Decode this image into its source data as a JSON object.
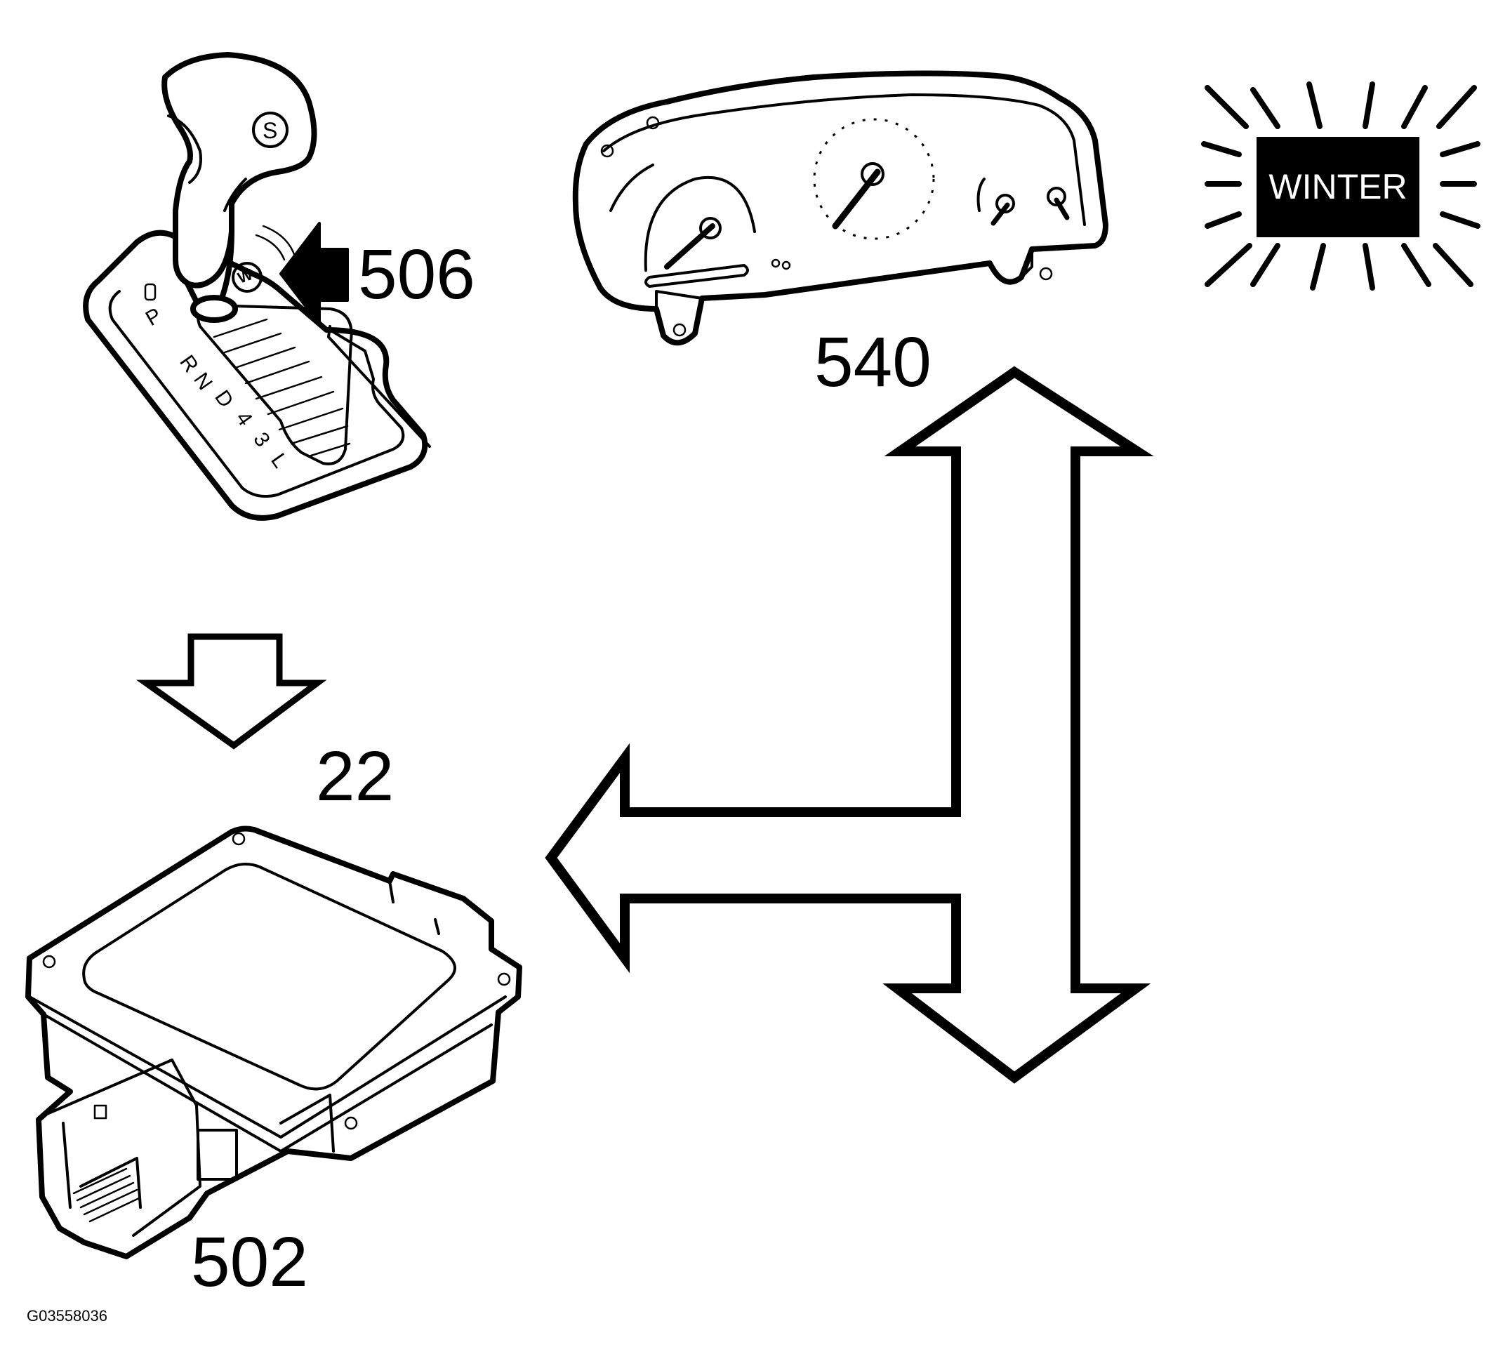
{
  "callouts": {
    "selector_lever": "506",
    "instrument_cluster": "540",
    "control_module": "502",
    "signal": "22"
  },
  "winter_indicator": {
    "label": "WINTER"
  },
  "gear_selector": {
    "gears": [
      "P",
      "R",
      "N",
      "D",
      "4",
      "3",
      "L"
    ],
    "knob_letter": "S",
    "button_letter": "W"
  },
  "figure_id": "G03558036",
  "colors": {
    "line": "#000000",
    "background": "#ffffff",
    "indicator_fill": "#000000",
    "indicator_text": "#ffffff"
  }
}
